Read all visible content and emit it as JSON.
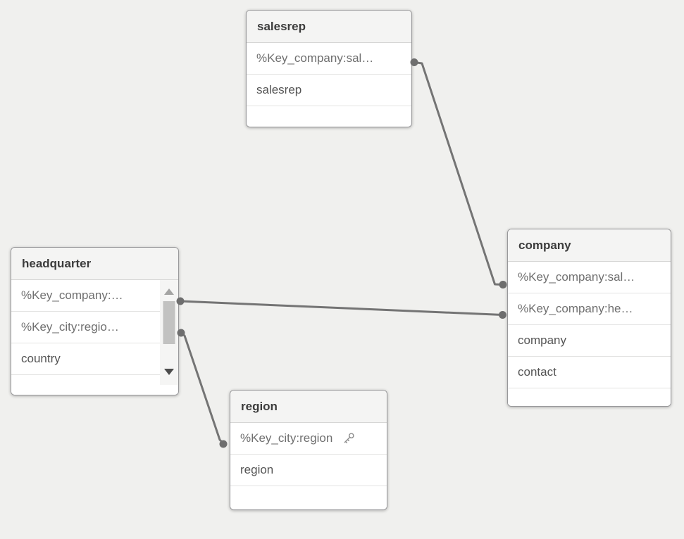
{
  "canvas": {
    "background_color": "#f0f0ee"
  },
  "colors": {
    "connector": "#747474",
    "connector_dot": "#6e6e6e",
    "table_border": "#98989a",
    "header_background": "#f4f4f3",
    "title_text": "#3c3c3c",
    "field_text": "#545454",
    "key_field_text": "#6f6f6f"
  },
  "tables": {
    "salesrep": {
      "title": "salesrep",
      "fields": [
        {
          "label": "%Key_company:sal…"
        },
        {
          "label": "salesrep"
        }
      ]
    },
    "company": {
      "title": "company",
      "fields": [
        {
          "label": "%Key_company:sal…"
        },
        {
          "label": "%Key_company:he…"
        },
        {
          "label": "company"
        },
        {
          "label": "contact"
        }
      ]
    },
    "headquarter": {
      "title": "headquarter",
      "has_scrollbar": true,
      "fields": [
        {
          "label": "%Key_company:…"
        },
        {
          "label": "%Key_city:regio…"
        },
        {
          "label": "country"
        }
      ]
    },
    "region": {
      "title": "region",
      "fields": [
        {
          "label": "%Key_city:region",
          "has_key_icon": true
        },
        {
          "label": "region"
        }
      ]
    }
  },
  "connections": [
    {
      "from_table": "salesrep",
      "from_field": "%Key_company:sal…",
      "to_table": "company",
      "to_field": "%Key_company:sal…"
    },
    {
      "from_table": "headquarter",
      "from_field": "%Key_company:…",
      "to_table": "company",
      "to_field": "%Key_company:he…"
    },
    {
      "from_table": "headquarter",
      "from_field": "%Key_city:regio…",
      "to_table": "region",
      "to_field": "%Key_city:region"
    }
  ]
}
